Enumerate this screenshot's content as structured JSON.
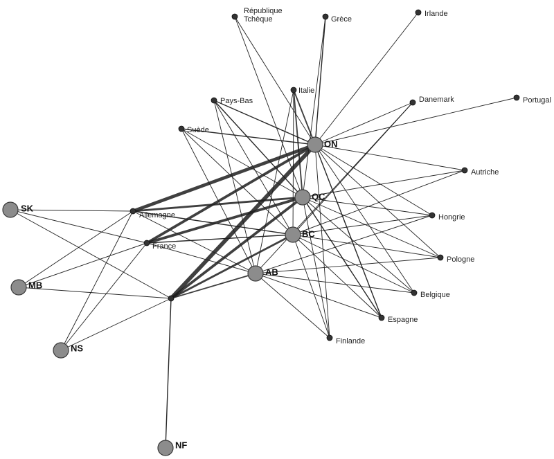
{
  "graph": {
    "colors": {
      "edge": "#1e1e1e",
      "province_fill": "#8c8c8c",
      "province_stroke": "#3a3a3a",
      "country_fill": "#333333",
      "hub_fill": "#333333"
    },
    "nodes": [
      {
        "id": "ON",
        "label": "ON",
        "kind": "province"
      },
      {
        "id": "QC",
        "label": "QC",
        "kind": "province"
      },
      {
        "id": "BC",
        "label": "BC",
        "kind": "province"
      },
      {
        "id": "AB",
        "label": "AB",
        "kind": "province"
      },
      {
        "id": "SK",
        "label": "SK",
        "kind": "province"
      },
      {
        "id": "MB",
        "label": "MB",
        "kind": "province"
      },
      {
        "id": "NS",
        "label": "NS",
        "kind": "province"
      },
      {
        "id": "NF",
        "label": "NF",
        "kind": "province"
      },
      {
        "id": "HUB",
        "label": "",
        "kind": "hub"
      },
      {
        "id": "REP_TCH",
        "label_lines": [
          "République",
          "Tchèque"
        ],
        "kind": "country"
      },
      {
        "id": "GRECE",
        "label": "Grèce",
        "kind": "country"
      },
      {
        "id": "IRLANDE",
        "label": "Irlande",
        "kind": "country"
      },
      {
        "id": "ITALIE",
        "label": "Italie",
        "kind": "country"
      },
      {
        "id": "PAYSBAS",
        "label": "Pays-Bas",
        "kind": "country"
      },
      {
        "id": "DANEMARK",
        "label": "Danemark",
        "kind": "country"
      },
      {
        "id": "PORTUGAL",
        "label": "Portugal",
        "kind": "country"
      },
      {
        "id": "SUEDE",
        "label": "Suède",
        "kind": "country"
      },
      {
        "id": "AUTRICHE",
        "label": "Autriche",
        "kind": "country"
      },
      {
        "id": "ALLEMAGNE",
        "label": "Allemagne",
        "kind": "country"
      },
      {
        "id": "FRANCE",
        "label": "France",
        "kind": "country"
      },
      {
        "id": "HONGRIE",
        "label": "Hongrie",
        "kind": "country"
      },
      {
        "id": "POLOGNE",
        "label": "Pologne",
        "kind": "country"
      },
      {
        "id": "BELGIQUE",
        "label": "Belgique",
        "kind": "country"
      },
      {
        "id": "ESPAGNE",
        "label": "Espagne",
        "kind": "country"
      },
      {
        "id": "FINLANDE",
        "label": "Finlande",
        "kind": "country"
      }
    ],
    "edges": [
      [
        "ON",
        "REP_TCH",
        1
      ],
      [
        "ON",
        "GRECE",
        1.5
      ],
      [
        "ON",
        "IRLANDE",
        1
      ],
      [
        "ON",
        "ITALIE",
        2
      ],
      [
        "ON",
        "PAYSBAS",
        1.5
      ],
      [
        "ON",
        "DANEMARK",
        1
      ],
      [
        "ON",
        "PORTUGAL",
        1
      ],
      [
        "ON",
        "SUEDE",
        1.5
      ],
      [
        "ON",
        "AUTRICHE",
        1
      ],
      [
        "ON",
        "ALLEMAGNE",
        5
      ],
      [
        "ON",
        "FRANCE",
        4
      ],
      [
        "ON",
        "HONGRIE",
        1
      ],
      [
        "ON",
        "POLOGNE",
        1
      ],
      [
        "ON",
        "BELGIQUE",
        1
      ],
      [
        "ON",
        "ESPAGNE",
        1.5
      ],
      [
        "ON",
        "FINLANDE",
        1
      ],
      [
        "ON",
        "HUB",
        6
      ],
      [
        "QC",
        "REP_TCH",
        1
      ],
      [
        "QC",
        "GRECE",
        1
      ],
      [
        "QC",
        "ITALIE",
        2
      ],
      [
        "QC",
        "PAYSBAS",
        1.5
      ],
      [
        "QC",
        "SUEDE",
        1
      ],
      [
        "QC",
        "AUTRICHE",
        1
      ],
      [
        "QC",
        "ALLEMAGNE",
        3
      ],
      [
        "QC",
        "FRANCE",
        4
      ],
      [
        "QC",
        "HONGRIE",
        1
      ],
      [
        "QC",
        "POLOGNE",
        1
      ],
      [
        "QC",
        "BELGIQUE",
        1
      ],
      [
        "QC",
        "ESPAGNE",
        1.5
      ],
      [
        "QC",
        "FINLANDE",
        1
      ],
      [
        "QC",
        "HUB",
        4
      ],
      [
        "BC",
        "ITALIE",
        1
      ],
      [
        "BC",
        "PAYSBAS",
        1
      ],
      [
        "BC",
        "SUEDE",
        1
      ],
      [
        "BC",
        "DANEMARK",
        1
      ],
      [
        "BC",
        "AUTRICHE",
        1
      ],
      [
        "BC",
        "ALLEMAGNE",
        1.5
      ],
      [
        "BC",
        "FRANCE",
        1.5
      ],
      [
        "BC",
        "HONGRIE",
        1
      ],
      [
        "BC",
        "POLOGNE",
        1
      ],
      [
        "BC",
        "BELGIQUE",
        1
      ],
      [
        "BC",
        "ESPAGNE",
        1
      ],
      [
        "BC",
        "FINLANDE",
        1
      ],
      [
        "BC",
        "HUB",
        3
      ],
      [
        "AB",
        "ITALIE",
        1
      ],
      [
        "AB",
        "PAYSBAS",
        1
      ],
      [
        "AB",
        "SUEDE",
        1
      ],
      [
        "AB",
        "DANEMARK",
        1
      ],
      [
        "AB",
        "ALLEMAGNE",
        1
      ],
      [
        "AB",
        "FRANCE",
        1
      ],
      [
        "AB",
        "HONGRIE",
        1
      ],
      [
        "AB",
        "POLOGNE",
        1
      ],
      [
        "AB",
        "BELGIQUE",
        1
      ],
      [
        "AB",
        "ESPAGNE",
        1
      ],
      [
        "AB",
        "FINLANDE",
        1
      ],
      [
        "AB",
        "HUB",
        2
      ],
      [
        "SK",
        "ALLEMAGNE",
        1
      ],
      [
        "SK",
        "FRANCE",
        1
      ],
      [
        "SK",
        "HUB",
        1
      ],
      [
        "MB",
        "ALLEMAGNE",
        1
      ],
      [
        "MB",
        "FRANCE",
        1
      ],
      [
        "MB",
        "HUB",
        1
      ],
      [
        "NS",
        "ALLEMAGNE",
        1
      ],
      [
        "NS",
        "FRANCE",
        1
      ],
      [
        "NS",
        "HUB",
        1
      ],
      [
        "NF",
        "HUB",
        1.5
      ]
    ]
  }
}
